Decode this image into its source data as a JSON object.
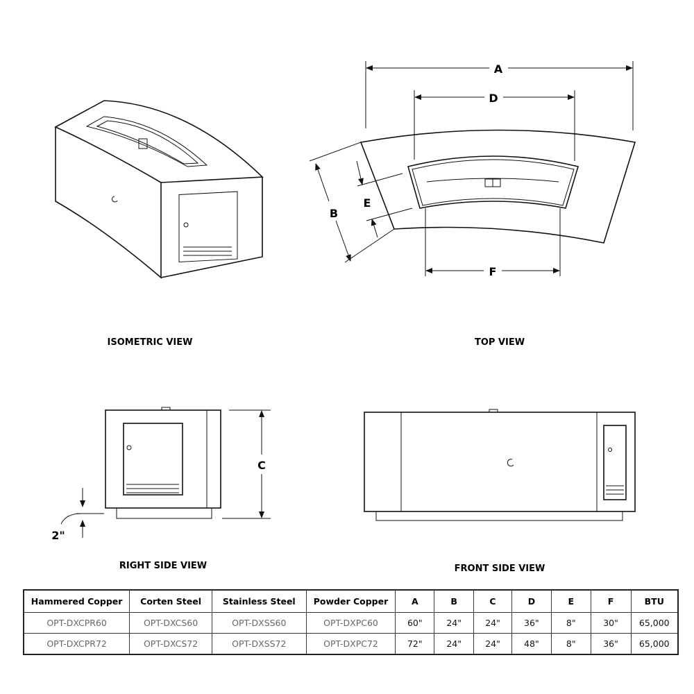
{
  "views": {
    "isometric": "ISOMETRIC VIEW",
    "top": "TOP VIEW",
    "right_side": "RIGHT SIDE VIEW",
    "front_side": "FRONT SIDE VIEW"
  },
  "dimensions": {
    "A": "A",
    "B": "B",
    "C": "C",
    "D": "D",
    "E": "E",
    "F": "F",
    "base_height": "2\""
  },
  "table": {
    "headers": [
      "Hammered Copper",
      "Corten Steel",
      "Stainless Steel",
      "Powder Copper",
      "A",
      "B",
      "C",
      "D",
      "E",
      "F",
      "BTU"
    ],
    "rows": [
      [
        "OPT-DXCPR60",
        "OPT-DXCS60",
        "OPT-DXSS60",
        "OPT-DXPC60",
        "60\"",
        "24\"",
        "24\"",
        "36\"",
        "8\"",
        "30\"",
        "65,000"
      ],
      [
        "OPT-DXCPR72",
        "OPT-DXCS72",
        "OPT-DXSS72",
        "OPT-DXPC72",
        "72\"",
        "24\"",
        "24\"",
        "48\"",
        "8\"",
        "36\"",
        "65,000"
      ]
    ]
  }
}
